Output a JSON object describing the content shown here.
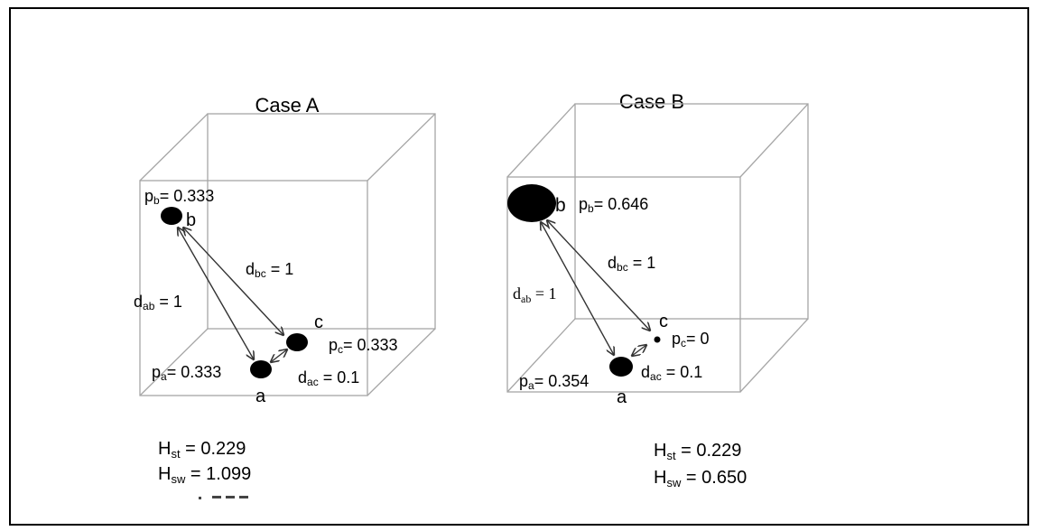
{
  "case_a": {
    "title": "Case A",
    "nodes": {
      "a": {
        "label": "a",
        "prob_sub": "a",
        "prob_value": "= 0.333"
      },
      "b": {
        "label": "b",
        "prob_sub": "b",
        "prob_value": "= 0.333"
      },
      "c": {
        "label": "c",
        "prob_sub": "c",
        "prob_value": "= 0.333"
      }
    },
    "distances": {
      "ab": {
        "sub": "ab",
        "value": " = 1"
      },
      "bc": {
        "sub": "bc",
        "value": " = 1"
      },
      "ac": {
        "sub": "ac",
        "value": " = 0.1"
      }
    },
    "stats": {
      "hst": {
        "sub": "st",
        "value": " = 0.229"
      },
      "hsw": {
        "sub": "sw",
        "value": " = 1.099"
      }
    }
  },
  "case_b": {
    "title": "Case B",
    "nodes": {
      "a": {
        "label": "a",
        "prob_sub": "a",
        "prob_value": "= 0.354"
      },
      "b": {
        "label": "b",
        "prob_sub": "b",
        "prob_value": "= 0.646"
      },
      "c": {
        "label": "c",
        "prob_sub": "c",
        "prob_value": "= 0"
      }
    },
    "distances": {
      "ab": {
        "sub": "ab",
        "value": " = 1"
      },
      "bc": {
        "sub": "bc",
        "value": " = 1"
      },
      "ac": {
        "sub": "ac",
        "value": " = 0.1"
      }
    },
    "stats": {
      "hst": {
        "sub": "st",
        "value": " = 0.229"
      },
      "hsw": {
        "sub": "sw",
        "value": " = 0.650"
      }
    }
  },
  "symbols": {
    "p": "p",
    "d": "d",
    "H": "H"
  },
  "colors": {
    "frame": "#000000",
    "cube_edge": "#a6a6a6",
    "arrow": "#333333",
    "node": "#000000"
  }
}
